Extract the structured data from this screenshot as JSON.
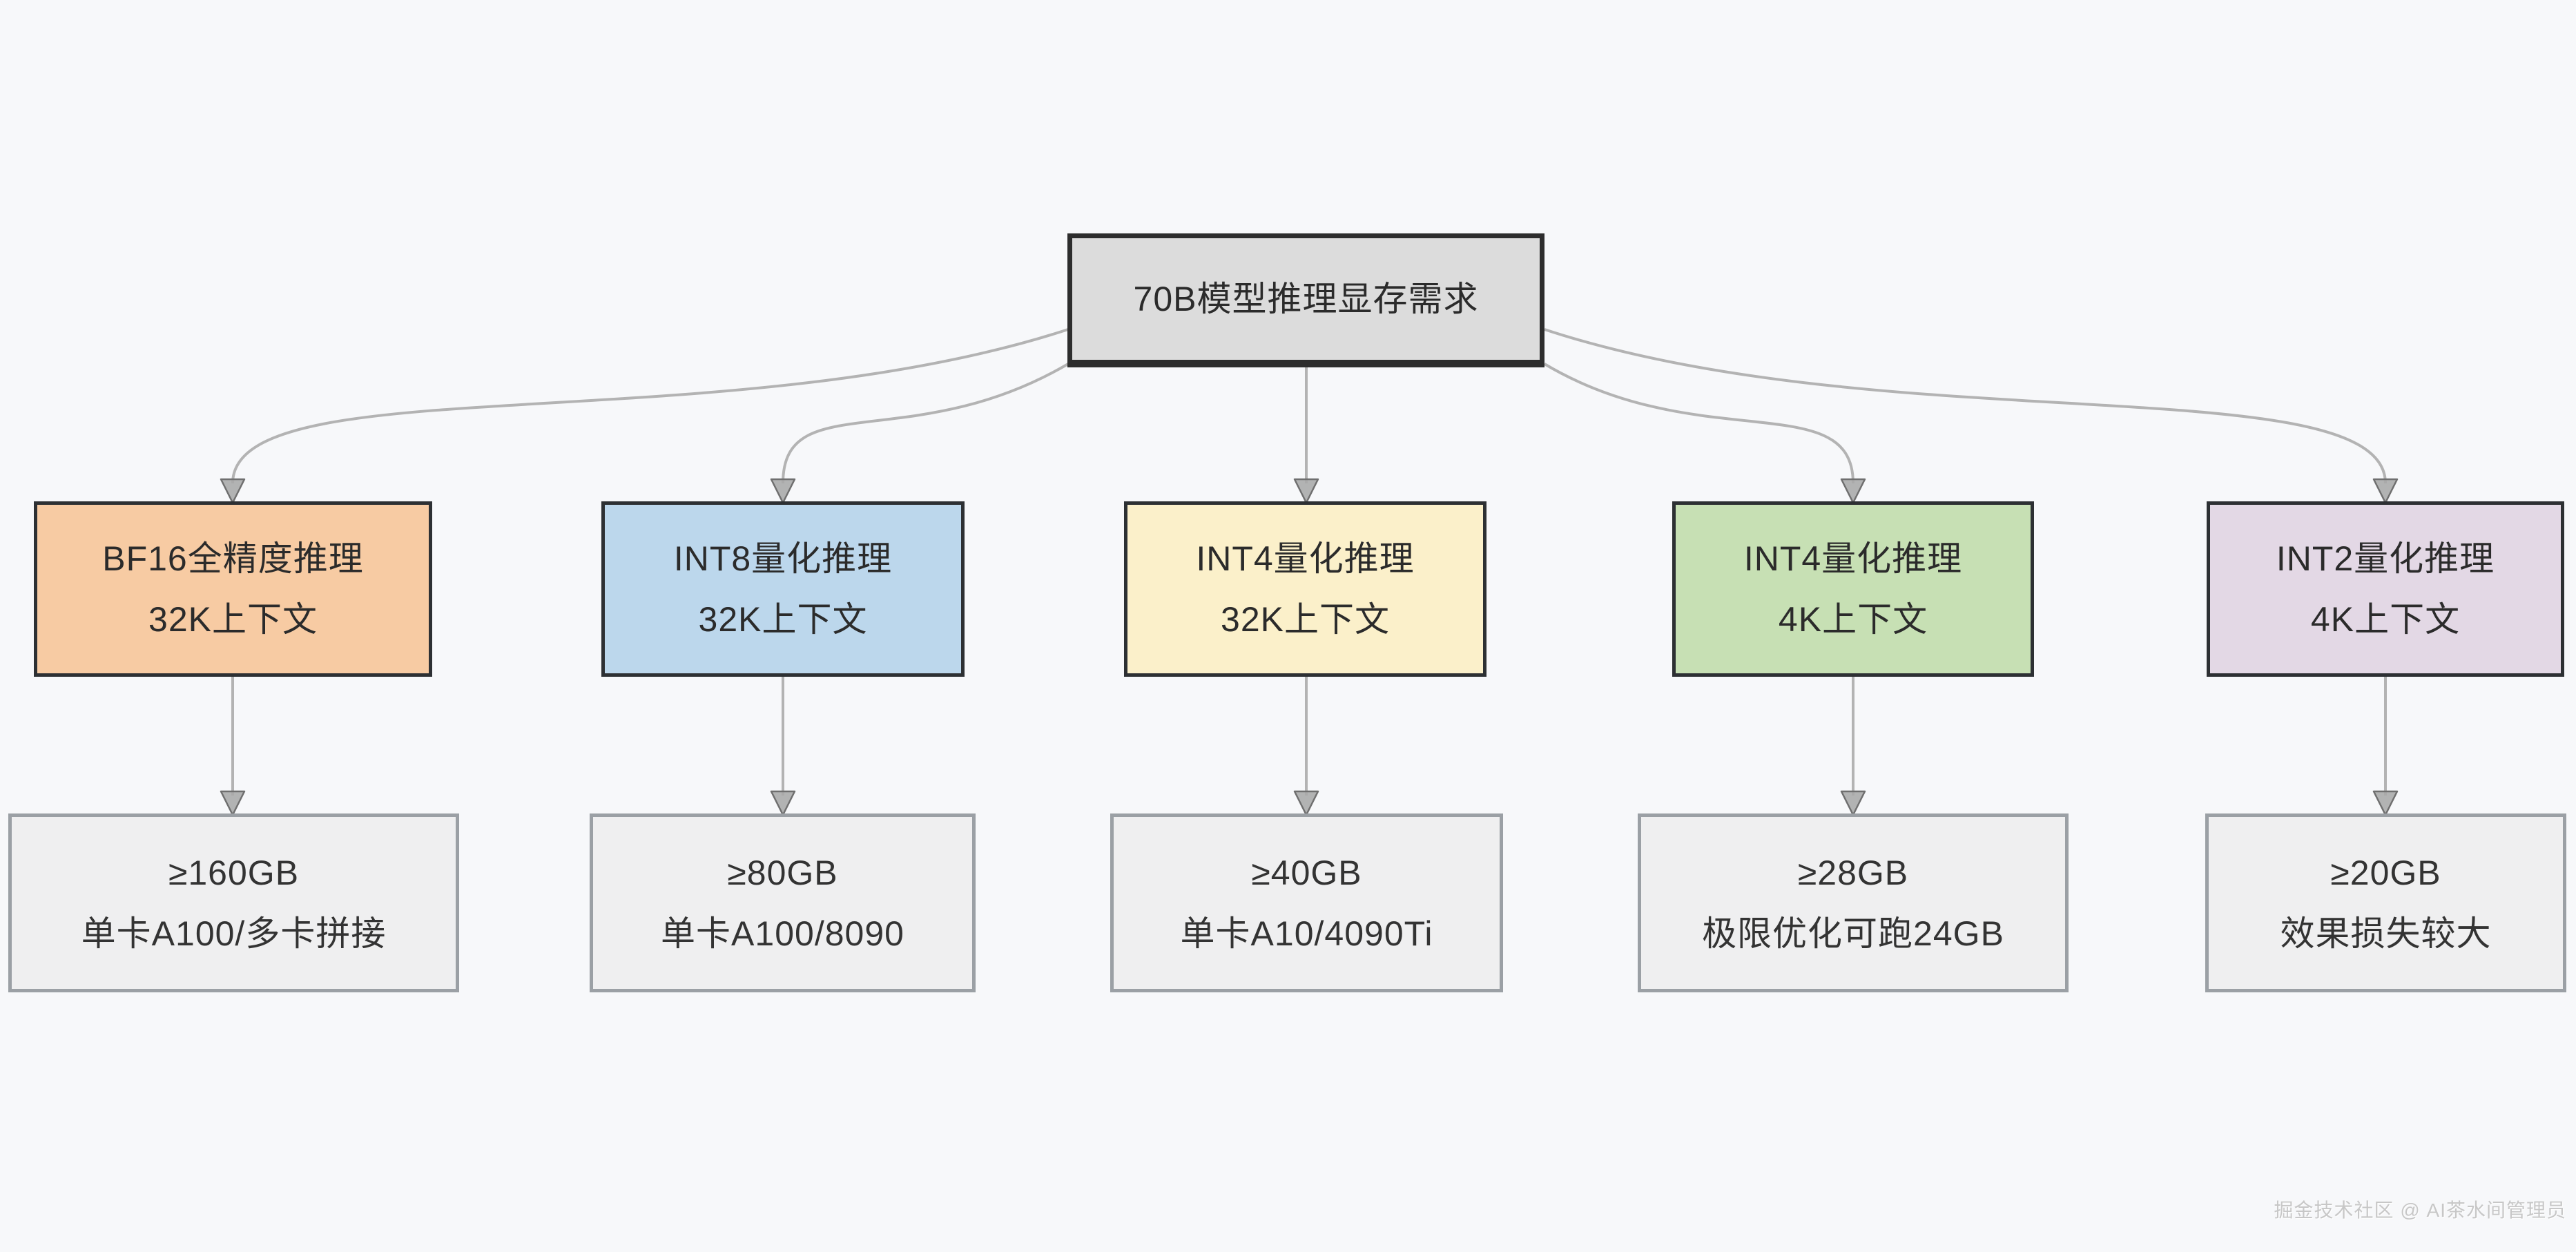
{
  "diagram": {
    "title": "70B模型推理显存需求",
    "root": {
      "label": "70B模型推理显存需求",
      "fill": "#dcdcdc",
      "border_color": "#2d2d2d"
    },
    "branches": [
      {
        "id": "bf16-32k",
        "node": {
          "line1": "BF16全精度推理",
          "line2": "32K上下文",
          "fill": "#f7cba3"
        },
        "result": {
          "line1": "≥160GB",
          "line2": "单卡A100/多卡拼接"
        }
      },
      {
        "id": "int8-32k",
        "node": {
          "line1": "INT8量化推理",
          "line2": "32K上下文",
          "fill": "#bcd7ec"
        },
        "result": {
          "line1": "≥80GB",
          "line2": "单卡A100/8090"
        }
      },
      {
        "id": "int4-32k",
        "node": {
          "line1": "INT4量化推理",
          "line2": "32K上下文",
          "fill": "#fbf0ca"
        },
        "result": {
          "line1": "≥40GB",
          "line2": "单卡A10/4090Ti"
        }
      },
      {
        "id": "int4-4k",
        "node": {
          "line1": "INT4量化推理",
          "line2": "4K上下文",
          "fill": "#c7e0b4"
        },
        "result": {
          "line1": "≥28GB",
          "line2": "极限优化可跑24GB"
        }
      },
      {
        "id": "int2-4k",
        "node": {
          "line1": "INT2量化推理",
          "line2": "4K上下文",
          "fill": "#e3d8e5"
        },
        "result": {
          "line1": "≥20GB",
          "line2": "效果损失较大"
        }
      }
    ],
    "result_box_fill": "#efeff0",
    "colors": {
      "background": "#f7f8fa",
      "connector": "#b3b3b3",
      "arrowhead": "#a8a8a8",
      "node_border_dark": "#2d3033",
      "result_border_gray": "#9ba0a5",
      "text": "#2b2b2b",
      "watermark": "#c7c7c7"
    },
    "watermark": "掘金技术社区 @ AI茶水间管理员"
  }
}
